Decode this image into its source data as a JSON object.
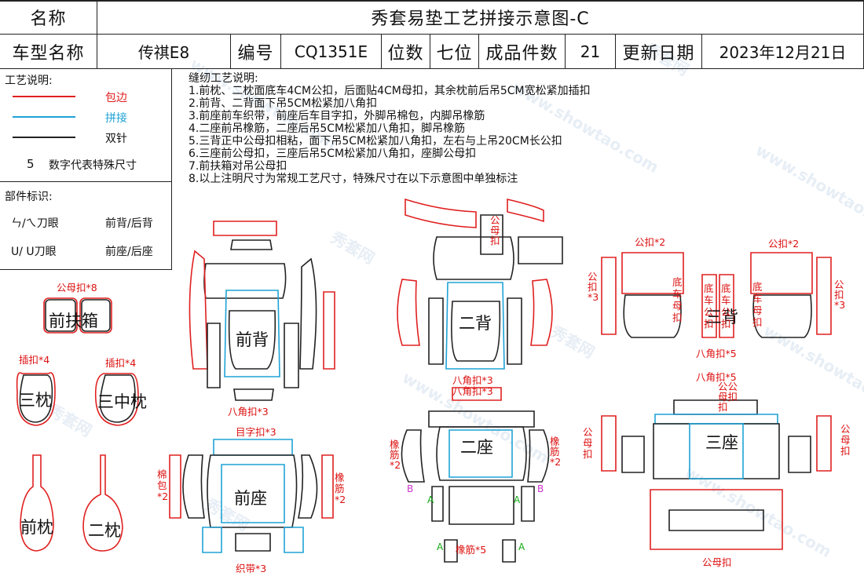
{
  "header": {
    "name_label": "名称",
    "title": "秀套易垫工艺拼接示意图-C",
    "model_label": "车型名称",
    "model_value": "传祺E8",
    "code_label": "编号",
    "code_value": "CQ1351E",
    "seats_label": "位数",
    "seats_value": "七位",
    "pieces_label": "成品件数",
    "pieces_value": "21",
    "date_label": "更新日期",
    "date_value": "2023年12月21日"
  },
  "legend": {
    "title": "工艺说明:",
    "items": [
      {
        "label": "包边",
        "color": "#e02020"
      },
      {
        "label": "拼接",
        "color": "#1fa3d6"
      },
      {
        "label": "双针",
        "color": "#222222"
      }
    ],
    "special_num": "5",
    "special_text": "数字代表特殊尺寸"
  },
  "parts_legend": {
    "title": "部件标识:",
    "row1_sym": "ㄣ/ㄟ刀眼",
    "row1_text": "前背/后背",
    "row2_sym": "U/ U刀眼",
    "row2_text": "前座/后座"
  },
  "notes": {
    "title": "缝纫工艺说明:",
    "lines": [
      "1.前枕、二枕面底车4CM公扣，后面贴4CM母扣，其余枕前后吊5CM宽松紧加插扣",
      "2.前背、二背面下吊5CM松紧加八角扣",
      "3.前座前车织带，前座后车目字扣，外脚吊棉包，内脚吊橡筋",
      "4.二座前吊橡筋，二座后吊5CM松紧加八角扣，脚吊橡筋",
      "5.三背正中公母扣相粘，面下吊5CM松紧加八角扣，左右与上吊20CM长公扣",
      "6.三座前公母扣，三座后吊5CM松紧加八角扣，座脚公母扣",
      "7.前扶箱对吊公母扣",
      "8.以上注明尺寸为常规工艺尺寸，特殊尺寸在以下示意图中单独标注"
    ]
  },
  "parts": {
    "armrest": "前扶箱",
    "third_pillow": "三枕",
    "third_mid_pillow": "三中枕",
    "front_pillow": "前枕",
    "second_pillow": "二枕",
    "front_back": "前背",
    "front_seat": "前座",
    "second_back": "二背",
    "second_seat": "二座",
    "third_back": "三背",
    "third_seat": "三座",
    "third_back_piece_a": "底车母扣",
    "third_back_piece_b": "底车公扣",
    "third_back_piece_c": "底车公扣",
    "third_back_piece_d": "底车母扣"
  },
  "annotations": {
    "armrest_snap": "公母扣*8",
    "pillow3_clip": "插扣*4",
    "pillow3mid_clip": "插扣*4",
    "front_back_oct": "八角扣*3",
    "front_seat_buckle": "目字扣*3",
    "front_seat_cotton": "棉包*2",
    "front_seat_elastic": "橡筋*2",
    "front_seat_strap": "织带*3",
    "second_back_oct1": "八角扣*3",
    "second_back_oct2": "八角扣*3",
    "second_back_snap": "公母扣",
    "second_seat_elastic_l": "橡筋*2",
    "second_seat_elastic_r": "橡筋*2",
    "second_seat_elastic_b": "橡筋*5",
    "third_back_male_l": "公扣*2",
    "third_back_male_r": "公扣*2",
    "third_back_male_side_l": "公扣*3",
    "third_back_male_side_r": "公扣*3",
    "third_back_oct": "八角扣*5",
    "third_seat_oct": "八角扣*5",
    "third_seat_snap_top": "公公母扣扣",
    "third_seat_snap_l": "公母扣",
    "third_seat_snap_r": "公母扣",
    "third_seat_snap_b": "公母扣",
    "mark_a": "A",
    "mark_b": "B"
  },
  "watermark": {
    "cn": "秀套网",
    "url": "www.showtao.com"
  },
  "colors": {
    "red": "#e02020",
    "blue": "#1fa3d6",
    "black": "#222222",
    "pink": "#cc33cc",
    "green": "#22aa22"
  }
}
